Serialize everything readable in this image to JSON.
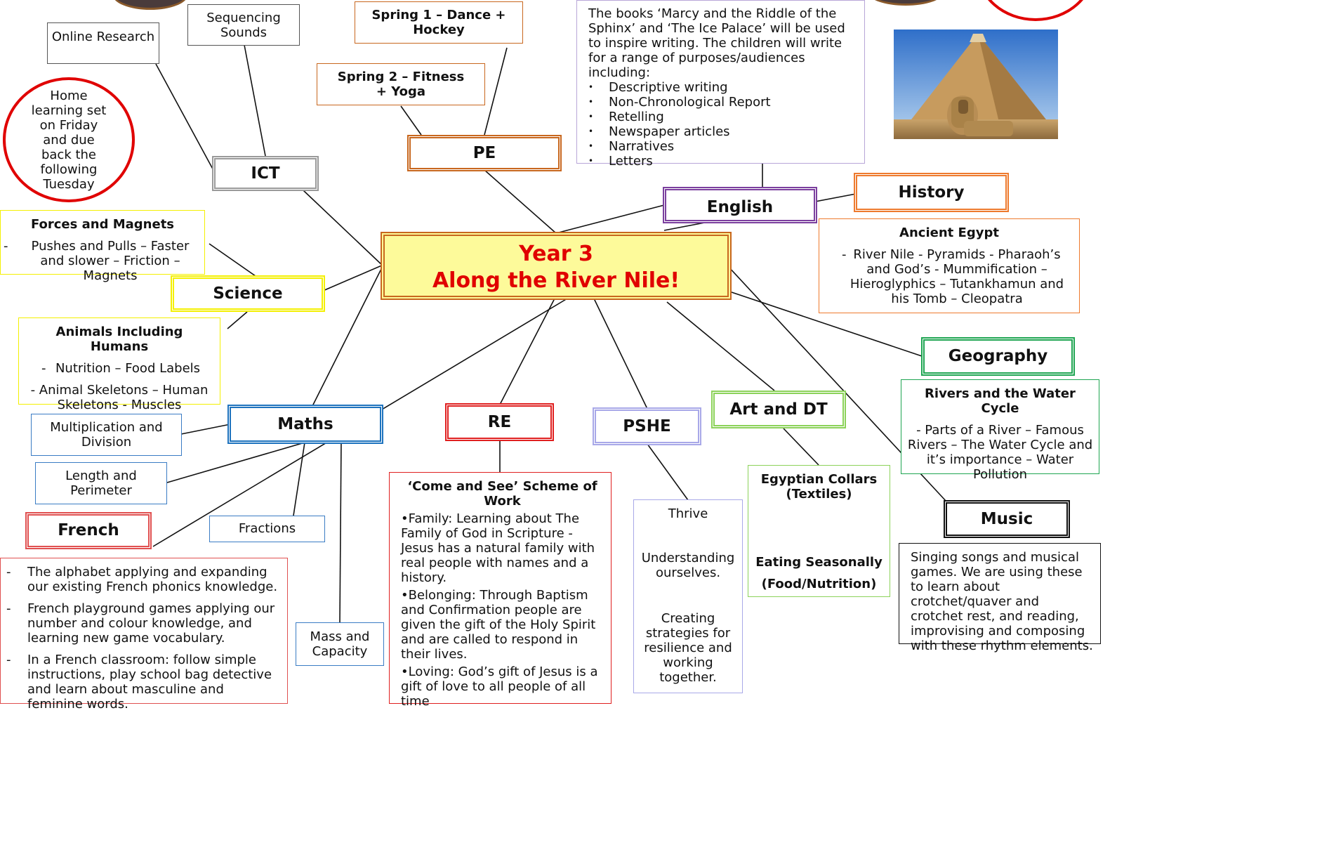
{
  "title": {
    "line1": "Year 3",
    "line2": "Along the River Nile!"
  },
  "homework": "Home learning set on Friday and due back the following Tuesday",
  "ict": {
    "label": "ICT",
    "notes": [
      "Online Research",
      "Sequencing Sounds"
    ]
  },
  "pe": {
    "label": "PE",
    "notes": [
      "Spring 1 – Dance + Hockey",
      "Spring 2 – Fitness + Yoga"
    ]
  },
  "english": {
    "label": "English",
    "intro": "The books ‘Marcy and the Riddle of the Sphinx’ and ‘The Ice Palace’ will be used to inspire writing. The children will write for a range of purposes/audiences including:",
    "items": [
      "Descriptive writing",
      "Non-Chronological Report",
      "Retelling",
      "Newspaper articles",
      "Narratives",
      "Letters"
    ]
  },
  "history": {
    "label": "History",
    "heading": "Ancient Egypt",
    "content": "River Nile  - Pyramids  - Pharaoh’s and God’s  - Mummification – Hieroglyphics – Tutankhamun and his Tomb – Cleopatra"
  },
  "science": {
    "label": "Science",
    "topic1_heading": "Forces and Magnets",
    "topic1_content": "Pushes and Pulls – Faster and slower – Friction – Magnets",
    "topic2_heading": "Animals Including Humans",
    "topic2_line1": "Nutrition – Food Labels",
    "topic2_line2": "- Animal Skeletons – Human Skeletons - Muscles"
  },
  "geography": {
    "label": "Geography",
    "heading": "Rivers and the Water Cycle",
    "content": "- Parts of a River – Famous Rivers – The Water Cycle and it’s importance – Water Pollution"
  },
  "maths": {
    "label": "Maths",
    "notes": [
      "Multiplication and Division",
      "Length and Perimeter",
      "Fractions",
      "Mass and Capacity"
    ]
  },
  "re": {
    "label": "RE",
    "heading": "‘Come and See’ Scheme of Work",
    "paragraphs": [
      "•Family: Learning about The Family of God in Scripture - Jesus has a natural family with real people with names and a history.",
      "•Belonging: Through Baptism and Confirmation people are given the gift of the Holy Spirit and are called to respond in their lives.",
      "•Loving:  God’s gift of Jesus is a gift of love to all people of all time"
    ]
  },
  "pshe": {
    "label": "PSHE",
    "items": [
      "Thrive",
      "Understanding ourselves.",
      "Creating strategies for resilience and working together."
    ]
  },
  "art": {
    "label": "Art and DT",
    "item1": "Egyptian Collars (Textiles)",
    "item2": "Eating Seasonally",
    "item3": "(Food/Nutrition)"
  },
  "music": {
    "label": "Music",
    "content": "Singing songs and musical games. We are using these to learn about crotchet/quaver and crotchet rest, and reading, improvising and composing with these rhythm elements."
  },
  "french": {
    "label": "French",
    "items": [
      "The alphabet applying and expanding our existing French phonics knowledge.",
      "French playground games applying our number and colour knowledge, and learning new game vocabulary.",
      "In a French classroom: follow simple instructions, play school bag detective and learn about masculine and feminine words."
    ]
  },
  "colors": {
    "title_red": "#e00000",
    "center_fill": "#fdfa9a",
    "center_border": "#c8671e",
    "ict": "#9a9a9a",
    "pe": "#c8671e",
    "english": "#7b3f9e",
    "history": "#ee7a2e",
    "science": "#f4f000",
    "geography": "#1fa552",
    "maths": "#1e73be",
    "re": "#e02020",
    "pshe": "#a8a8e8",
    "art": "#8cd25a",
    "music": "#111111",
    "french": "#e05050",
    "note_lilac": "#b8a6d8",
    "note_blue": "#3a7cc4"
  },
  "icons": [
    "pyramid-sphinx-photo"
  ]
}
